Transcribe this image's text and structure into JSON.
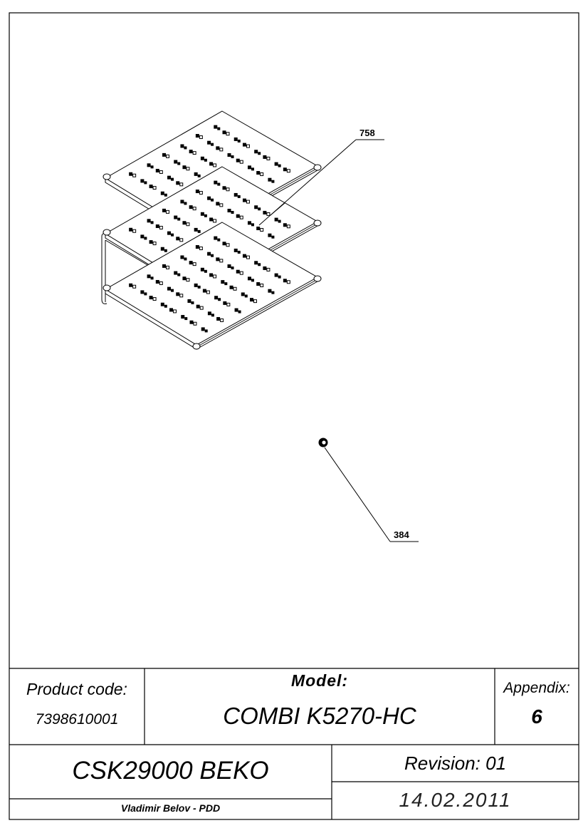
{
  "callouts": [
    {
      "id": "758",
      "label": "758"
    },
    {
      "id": "384",
      "label": "384"
    }
  ],
  "title_block": {
    "product_code_label": "Product code:",
    "product_code_value": "7398610001",
    "model_label": "Model:",
    "model_value": "COMBI K5270-HC",
    "appendix_label": "Appendix:",
    "appendix_value": "6",
    "drawing_title": "CSK29000 BEKO",
    "revision": "Revision: 01",
    "date": "14.02.2011",
    "author": "Vladimir Belov - PDD"
  },
  "colors": {
    "line": "#000000",
    "background": "#ffffff"
  }
}
